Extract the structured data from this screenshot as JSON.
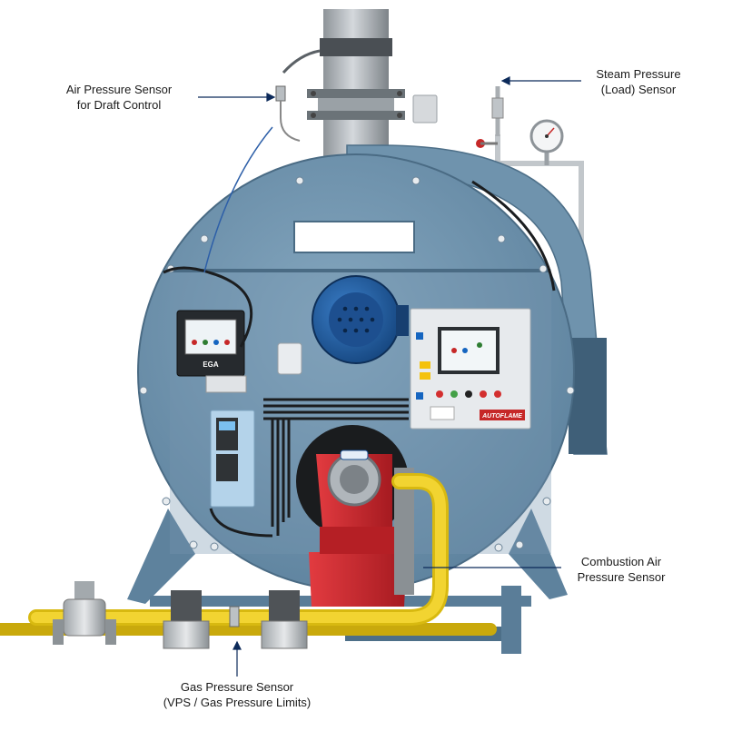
{
  "labels": {
    "air_pressure_sensor": {
      "line1": "Air Pressure Sensor",
      "line2": "for Draft Control"
    },
    "steam_pressure_sensor": {
      "line1": "Steam Pressure",
      "line2": "(Load) Sensor"
    },
    "combustion_air_sensor": {
      "line1": "Combustion Air",
      "line2": "Pressure Sensor"
    },
    "gas_pressure_sensor": {
      "line1": "Gas Pressure Sensor",
      "line2": "(VPS / Gas Pressure Limits)"
    }
  },
  "device_labels": {
    "ega_unit": "EGA",
    "control_panel_brand": "AUTOFLAME"
  },
  "colors": {
    "boiler_body": "#6f93ad",
    "gas_pipe": "#f2d431",
    "burner": "#c8242b",
    "callout_line": "#0c2a5a"
  }
}
